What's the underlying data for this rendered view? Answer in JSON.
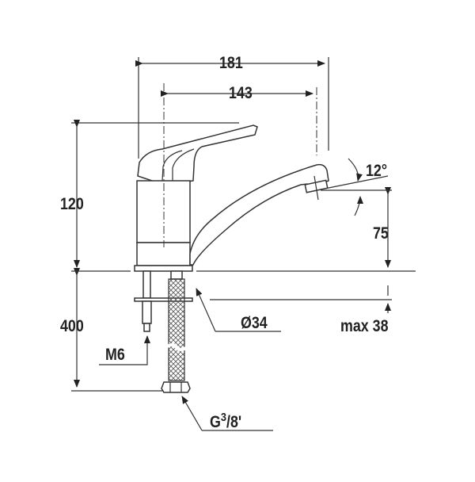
{
  "dimensions": {
    "overall_length": "181",
    "spout_reach": "143",
    "height_above_deck": "120",
    "spout_outlet_height": "75",
    "spout_angle": "12°",
    "hose_length": "400",
    "base_diameter": "Ø34",
    "max_deck_thickness": "max 38",
    "stud_thread": "M6",
    "hose_connection": "G",
    "hose_connection_fraction": "3",
    "hose_connection_fraction_den": "/8'"
  },
  "colors": {
    "line": "#333333",
    "background": "#ffffff"
  }
}
